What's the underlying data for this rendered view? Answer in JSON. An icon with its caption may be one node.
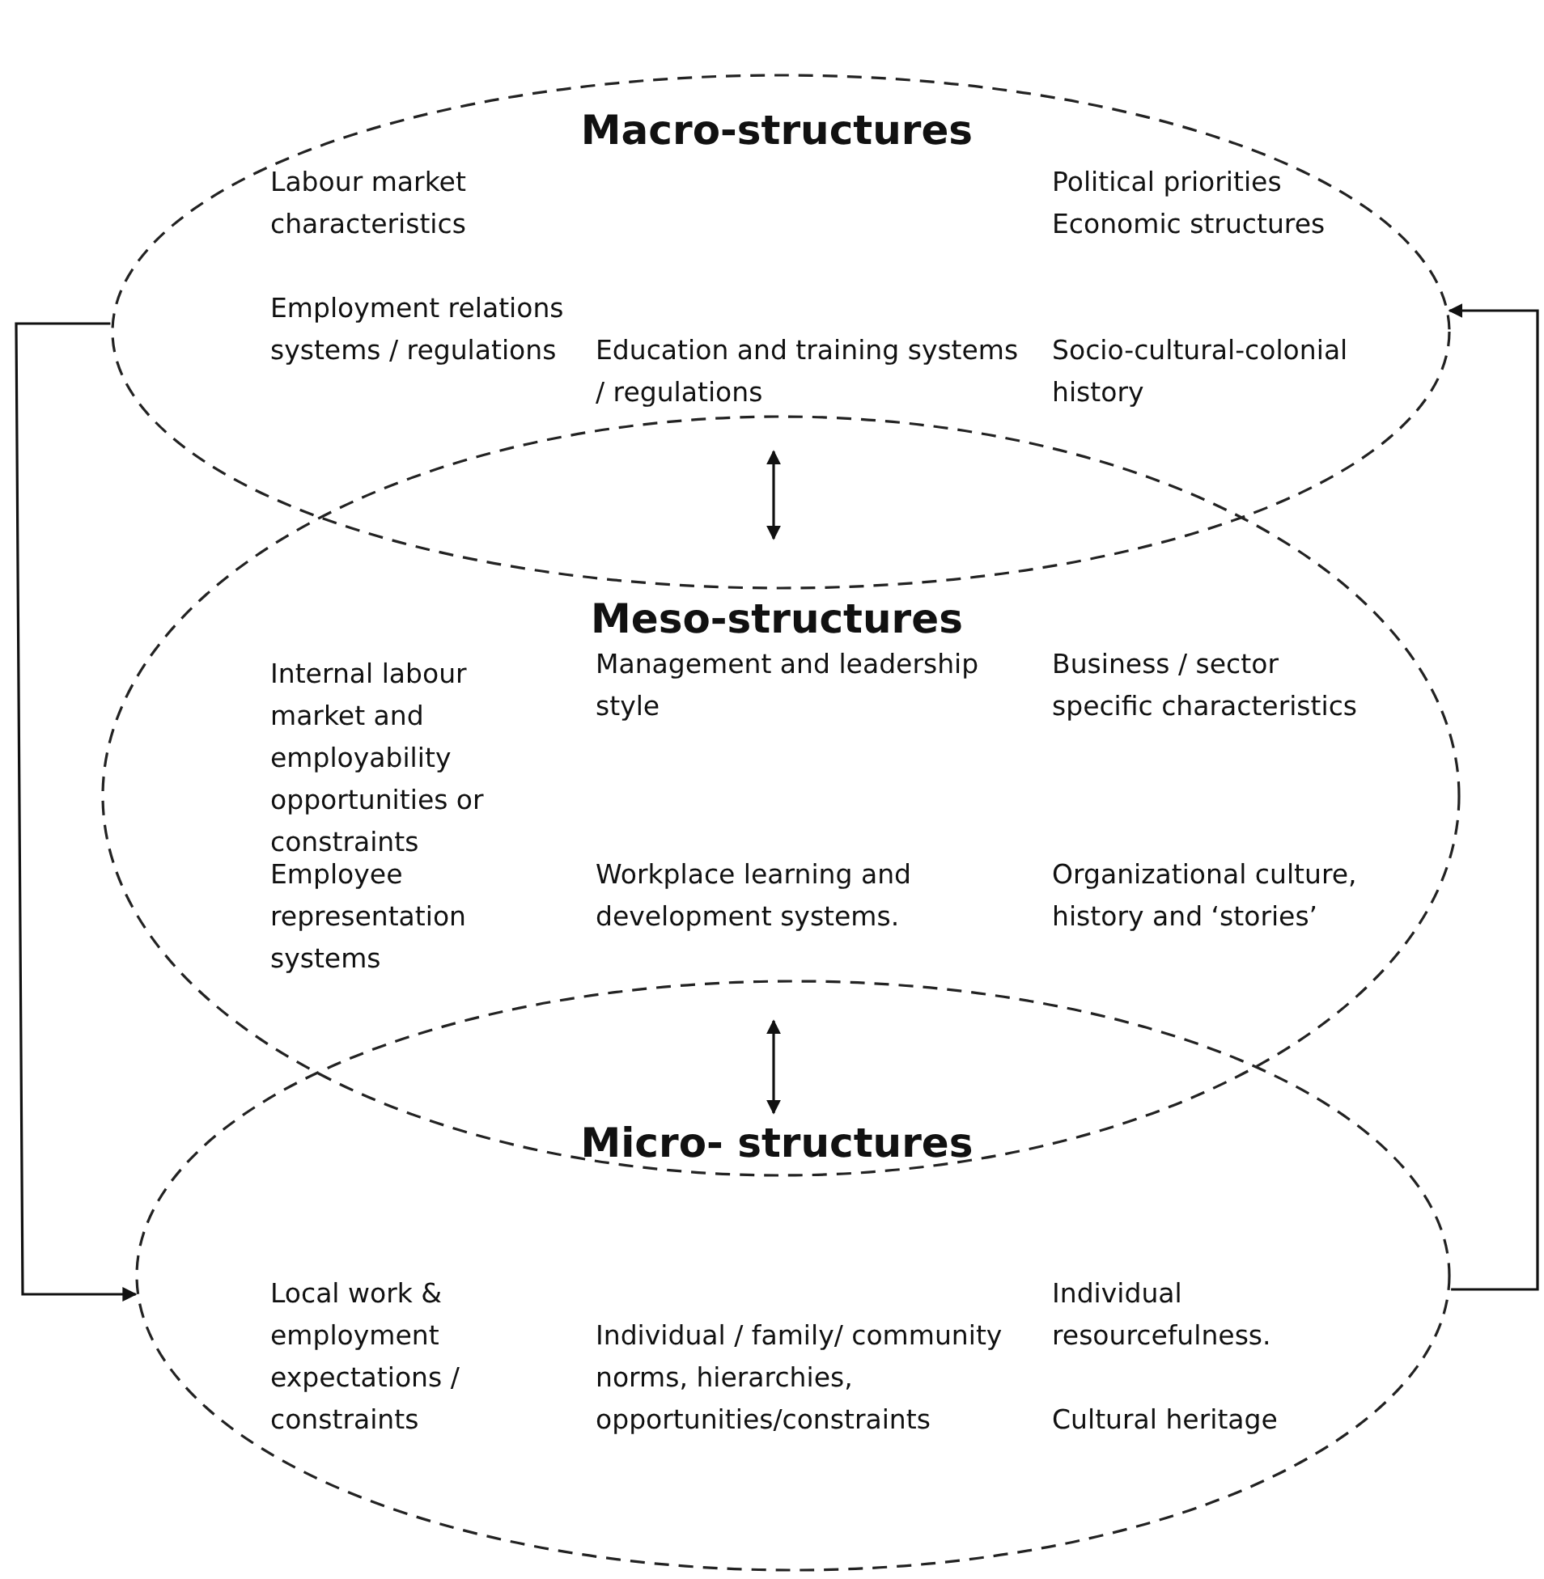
{
  "diagram": {
    "nodes": [
      {
        "text": [
          "Macro-structures",
          "Labour market characteristics",
          "Employment relations systems / regulations",
          "Education and training systems / regulations",
          "Political priorities",
          "Economic structures",
          "Socio-cultural-colonial history"
        ]
      },
      {
        "text": [
          "Meso-structures",
          "Internal labour market and employability opportunities or constraints",
          "Management and leadership style",
          "Business / sector specific characteristics",
          "Employee representation systems",
          "Workplace learning and development systems.",
          "Organizational culture, history and ‘stories’"
        ]
      },
      {
        "text": [
          "Micro- structures",
          "Local work & employment expectations / constraints",
          "Individual / family/ community norms, hierarchies, opportunities/constraints",
          "Individual resourcefulness.",
          "Cultural heritage"
        ]
      }
    ],
    "edges": [
      {
        "from": 0,
        "to": 2,
        "arrow": "to"
      },
      {
        "from": 2,
        "to": 0,
        "arrow": "to"
      },
      {
        "from": 0,
        "to": 1,
        "arrow": "both"
      },
      {
        "from": 1,
        "to": 2,
        "arrow": "both"
      }
    ]
  }
}
